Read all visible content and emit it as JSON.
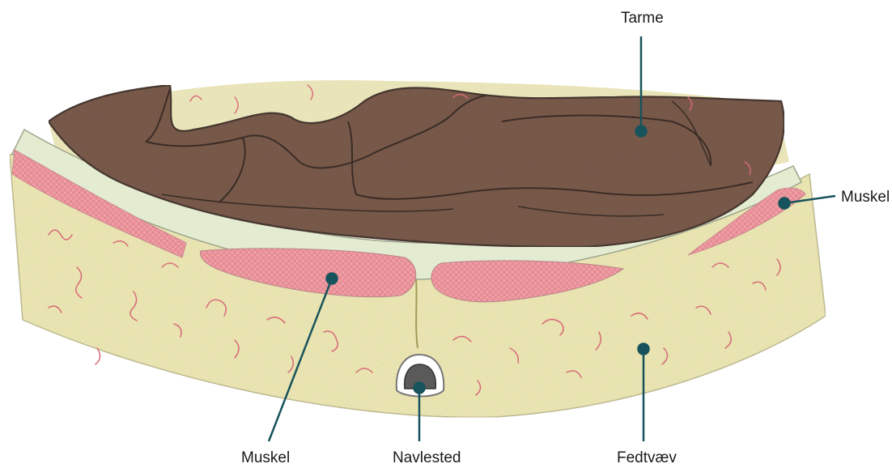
{
  "labels": {
    "tarme": "Tarme",
    "muskel_right": "Muskel",
    "muskel_bottom": "Muskel",
    "navlested": "Navlested",
    "fedtvaev": "Fedtvæv"
  },
  "colors": {
    "leader": "#17535c",
    "intestine": "#7b5b4b",
    "intestine_outline": "#4a3a33",
    "fat": "#f5f0b4",
    "fascia": "#dfe7cc",
    "muscle": "#ea9aa0",
    "vessel": "#d86a78"
  }
}
